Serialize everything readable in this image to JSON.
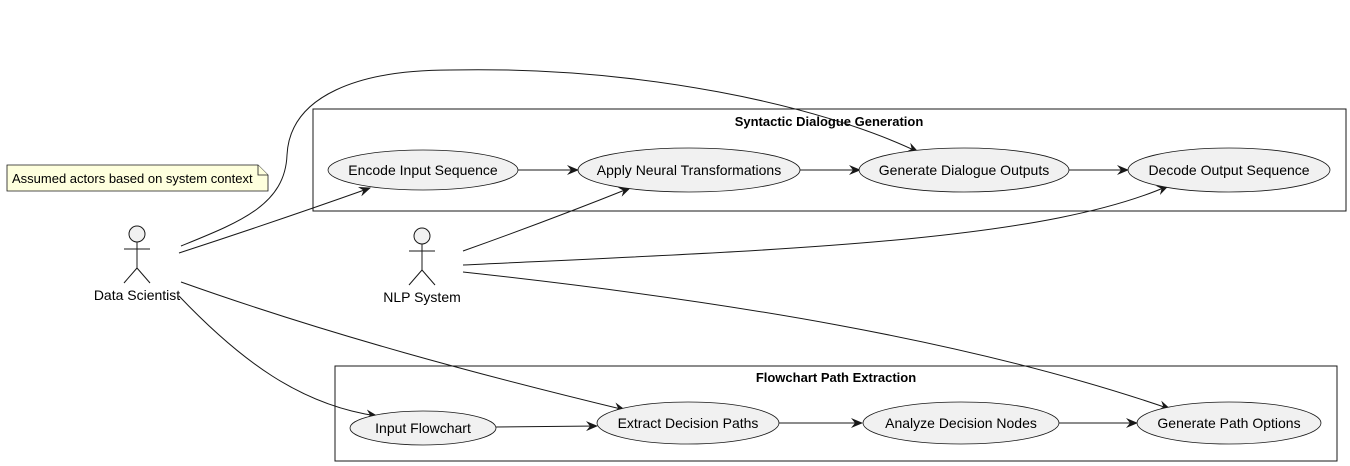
{
  "note": {
    "text": "Assumed actors based on system context"
  },
  "actors": [
    {
      "id": "data-scientist",
      "label": "Data Scientist"
    },
    {
      "id": "nlp-system",
      "label": "NLP System"
    }
  ],
  "packages": [
    {
      "id": "syntactic",
      "title": "Syntactic Dialogue Generation",
      "use_cases": [
        {
          "id": "encode",
          "label": "Encode Input Sequence"
        },
        {
          "id": "apply",
          "label": "Apply Neural Transformations"
        },
        {
          "id": "generate-dialogue",
          "label": "Generate Dialogue Outputs"
        },
        {
          "id": "decode",
          "label": "Decode Output Sequence"
        }
      ]
    },
    {
      "id": "flowchart",
      "title": "Flowchart Path Extraction",
      "use_cases": [
        {
          "id": "input",
          "label": "Input Flowchart"
        },
        {
          "id": "extract",
          "label": "Extract Decision Paths"
        },
        {
          "id": "analyze",
          "label": "Analyze Decision Nodes"
        },
        {
          "id": "generate-paths",
          "label": "Generate Path Options"
        }
      ]
    }
  ],
  "relations": [
    {
      "from": "data-scientist",
      "to": "encode"
    },
    {
      "from": "data-scientist",
      "to": "generate-dialogue"
    },
    {
      "from": "data-scientist",
      "to": "input"
    },
    {
      "from": "data-scientist",
      "to": "extract"
    },
    {
      "from": "nlp-system",
      "to": "apply"
    },
    {
      "from": "nlp-system",
      "to": "decode"
    },
    {
      "from": "nlp-system",
      "to": "generate-paths"
    },
    {
      "from": "encode",
      "to": "apply"
    },
    {
      "from": "apply",
      "to": "generate-dialogue"
    },
    {
      "from": "generate-dialogue",
      "to": "decode"
    },
    {
      "from": "input",
      "to": "extract"
    },
    {
      "from": "extract",
      "to": "analyze"
    },
    {
      "from": "analyze",
      "to": "generate-paths"
    }
  ]
}
